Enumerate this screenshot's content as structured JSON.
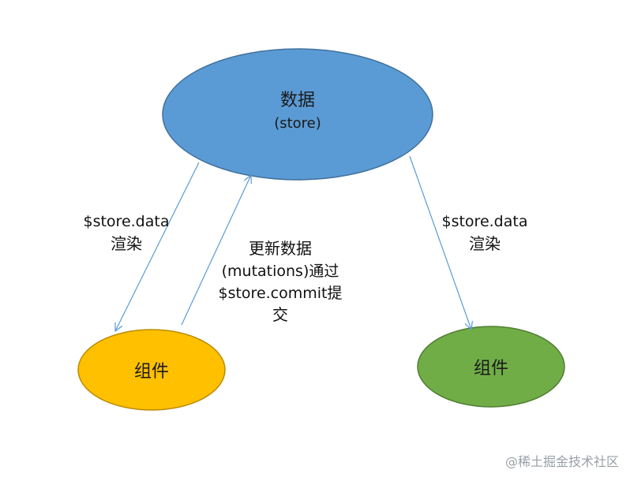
{
  "nodes": {
    "store": {
      "title": "数据",
      "subtitle": "(store)",
      "fill": "#5b9bd5",
      "stroke": "#41719c"
    },
    "component_left": {
      "title": "组件",
      "fill": "#ffc000",
      "stroke": "#bc8c00"
    },
    "component_right": {
      "title": "组件",
      "fill": "#70ad47",
      "stroke": "#507e32"
    }
  },
  "edges": {
    "render_left": {
      "line1": "$store.data",
      "line2": "渲染"
    },
    "commit": {
      "line1": "更新数据",
      "line2": "(mutations)通过",
      "line3": "$store.commit提",
      "line4": "交"
    },
    "render_right": {
      "line1": "$store.data",
      "line2": "渲染"
    },
    "color": "#5b9bd5"
  },
  "watermark": "@稀土掘金技术社区"
}
